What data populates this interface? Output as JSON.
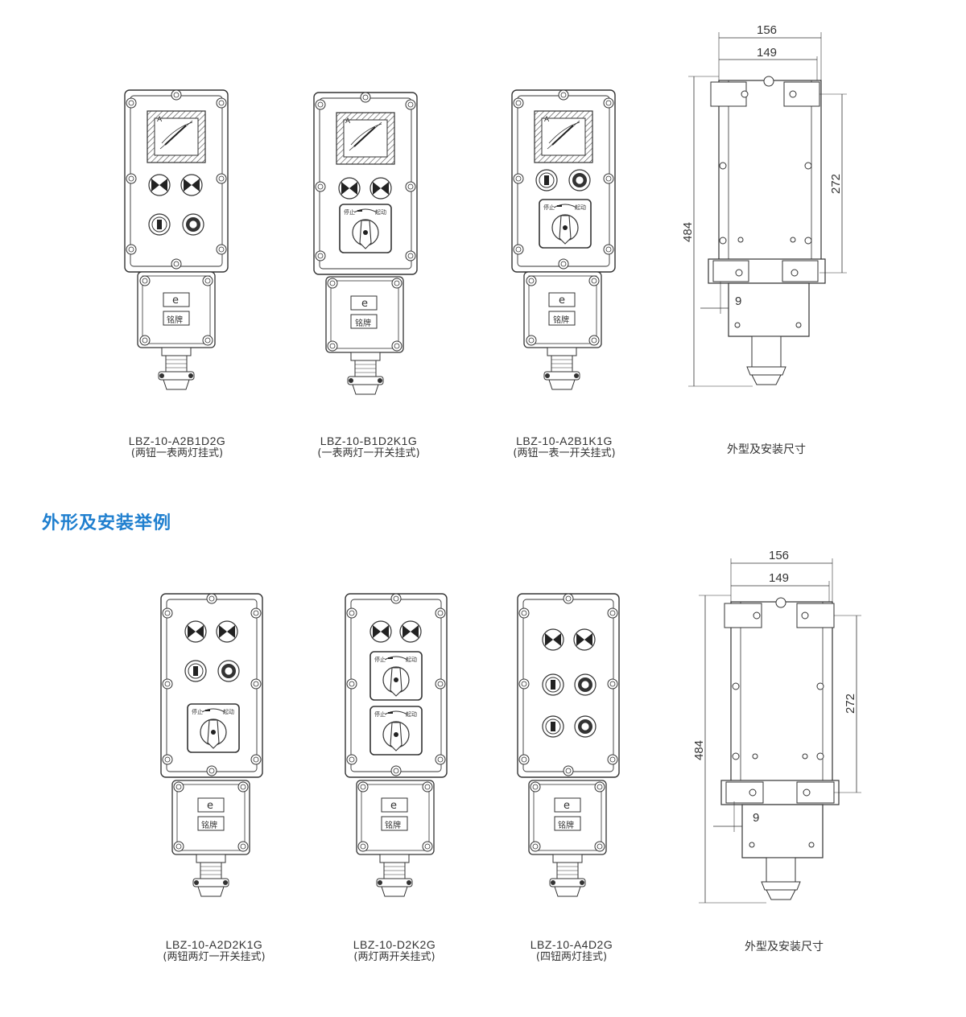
{
  "section_heading": "外形及安装举例",
  "top_row": [
    {
      "model": "LBZ-10-A2B1D2G",
      "desc": "(两钮一表两灯挂式)"
    },
    {
      "model": "LBZ-10-B1D2K1G",
      "desc": "(一表两灯一开关挂式)"
    },
    {
      "model": "LBZ-10-A2B1K1G",
      "desc": "(两钮一表一开关挂式)"
    }
  ],
  "bottom_row": [
    {
      "model": "LBZ-10-A2D2K1G",
      "desc": "(两钮两灯一开关挂式)"
    },
    {
      "model": "LBZ-10-D2K2G",
      "desc": "(两灯两开关挂式)"
    },
    {
      "model": "LBZ-10-A4D2G",
      "desc": "(四钮两灯挂式)"
    }
  ],
  "dimension_caption_top": "外型及安装尺寸",
  "dimension_caption_bottom": "外型及安装尺寸",
  "dimensions": {
    "overall_width": "156",
    "mount_width": "149",
    "overall_height": "484",
    "mount_height": "272",
    "offset": "9"
  },
  "labels": {
    "e_mark": "e",
    "nameplate": "铭牌",
    "meter_unit": "A",
    "stop": "停止",
    "start": "起动"
  },
  "colors": {
    "line": "#333333",
    "heading": "#1f7fcf"
  }
}
